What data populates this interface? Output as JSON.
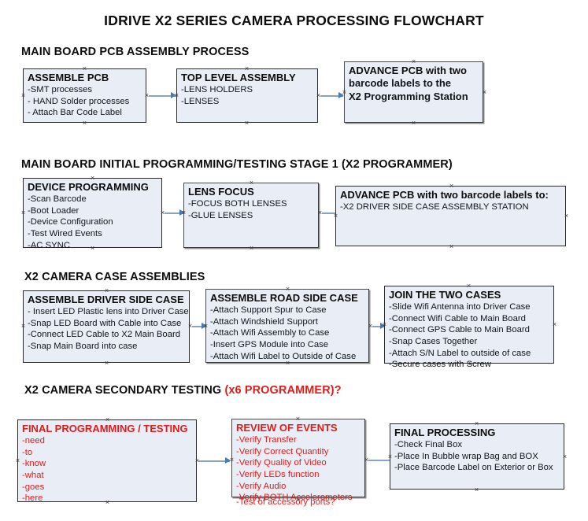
{
  "title": "IDRIVE X2  SERIES CAMERA PROCESSING FLOWCHART",
  "sections": [
    {
      "id": "main-board-pcb-assembly",
      "heading": "MAIN BOARD PCB ASSEMBLY PROCESS",
      "boxes": [
        {
          "id": "assemble-pcb",
          "title": "ASSEMBLE PCB",
          "lines": [
            "-SMT processes",
            "- HAND Solder processes",
            "- Attach Bar Code Label"
          ]
        },
        {
          "id": "top-level-assembly",
          "title": "TOP LEVEL ASSEMBLY",
          "lines": [
            "-LENS HOLDERS",
            "-LENSES"
          ]
        },
        {
          "id": "advance-pcb-to-x2-programming-station",
          "title": "ADVANCE PCB with two",
          "lines": [
            "barcode labels to the",
            " X2 Programming Station"
          ],
          "all_bold": true
        }
      ]
    },
    {
      "id": "main-board-initial-programming",
      "heading": "MAIN BOARD INITIAL PROGRAMMING/TESTING STAGE 1 (X2 PROGRAMMER)",
      "boxes": [
        {
          "id": "device-programming",
          "title": "DEVICE PROGRAMMING",
          "lines": [
            "-Scan Barcode",
            "-Boot Loader",
            "-Device Configuration",
            "-Test Wired Events",
            "-AC SYNC"
          ]
        },
        {
          "id": "lens-focus",
          "title": "LENS FOCUS",
          "lines": [
            "-FOCUS BOTH LENSES",
            "-GLUE LENSES"
          ]
        },
        {
          "id": "advance-pcb-to-driver-side-case-station",
          "title": "ADVANCE PCB with two barcode labels to:",
          "lines": [
            "-X2 DRIVER  SIDE  CASE  ASSEMBLY STATION"
          ]
        }
      ]
    },
    {
      "id": "x2-camera-case-assemblies",
      "heading": "X2 CAMERA CASE ASSEMBLIES",
      "boxes": [
        {
          "id": "assemble-driver-side-case",
          "title": "ASSEMBLE DRIVER SIDE CASE",
          "lines": [
            "- Insert LED Plastic lens into Driver Case",
            "-Snap LED Board with Cable into Case",
            "-Connect LED Cable to X2 Main Board",
            "-Snap Main Board into case"
          ]
        },
        {
          "id": "assemble-road-side-case",
          "title": "ASSEMBLE ROAD SIDE CASE",
          "lines": [
            "-Attach Support Spur to Case",
            "-Attach Windshield Support",
            "-Attach Wifi Assembly to Case",
            "-Insert GPS Module into Case",
            "-Attach Wifi Label to Outside of Case"
          ]
        },
        {
          "id": "join-the-two-cases",
          "title": "JOIN THE TWO CASES",
          "lines": [
            "-Slide Wifi Antenna into Driver Case",
            "-Connect Wifi Cable to Main Board",
            "-Connect GPS Cable to Main Board",
            "-Snap Cases Together",
            "-Attach S/N Label to outside of case",
            "-Secure cases with Screw"
          ]
        }
      ]
    },
    {
      "id": "x2-camera-secondary-testing",
      "heading": "X2 CAMERA SECONDARY TESTING ",
      "heading_red": "(x6 PROGRAMMER)?",
      "boxes": [
        {
          "id": "final-programming-testing",
          "title": "FINAL PROGRAMMING / TESTING",
          "lines": [
            "-need",
            "-to",
            "-know",
            "-what",
            "-goes",
            "-here"
          ],
          "color": "red"
        },
        {
          "id": "review-of-events",
          "title": "REVIEW OF EVENTS",
          "lines": [
            "-Verify Transfer",
            "-Verify Correct Quantity",
            "-Verify Quality of Video",
            "-Verify LEDs function",
            "-Verify Audio",
            "-Verify BOTH Accelerometers"
          ],
          "overflow_line": "-Test of accessory ports?",
          "color": "red"
        },
        {
          "id": "final-processing",
          "title": "FINAL PROCESSING",
          "lines": [
            " -Check Final Box",
            "-Place In Bubble wrap Bag and BOX",
            "-Place Barcode Label on Exterior or Box"
          ]
        }
      ]
    }
  ],
  "colors": {
    "box_fill": "#e9eef6",
    "box_border": "#9aa3ad",
    "arrow": "#8ba3bf",
    "arrow_head": "#4a79b0",
    "accent_red": "#e01b1b",
    "text": "#0d0d0d"
  }
}
